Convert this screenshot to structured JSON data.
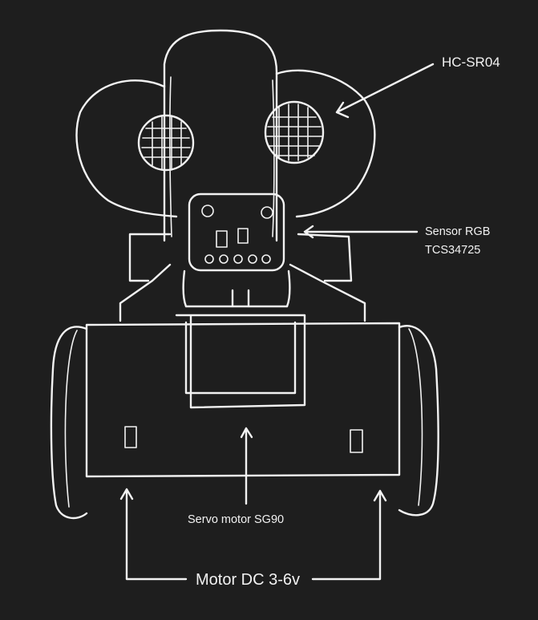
{
  "labels": {
    "hc_sr04": "HC-SR04",
    "sensor_rgb_line1": "Sensor RGB",
    "sensor_rgb_line2": "TCS34725",
    "servo": "Servo motor SG90",
    "motor_dc": "Motor DC 3-6v"
  },
  "colors": {
    "background": "#1e1e1e",
    "stroke": "#f2f2f2"
  }
}
